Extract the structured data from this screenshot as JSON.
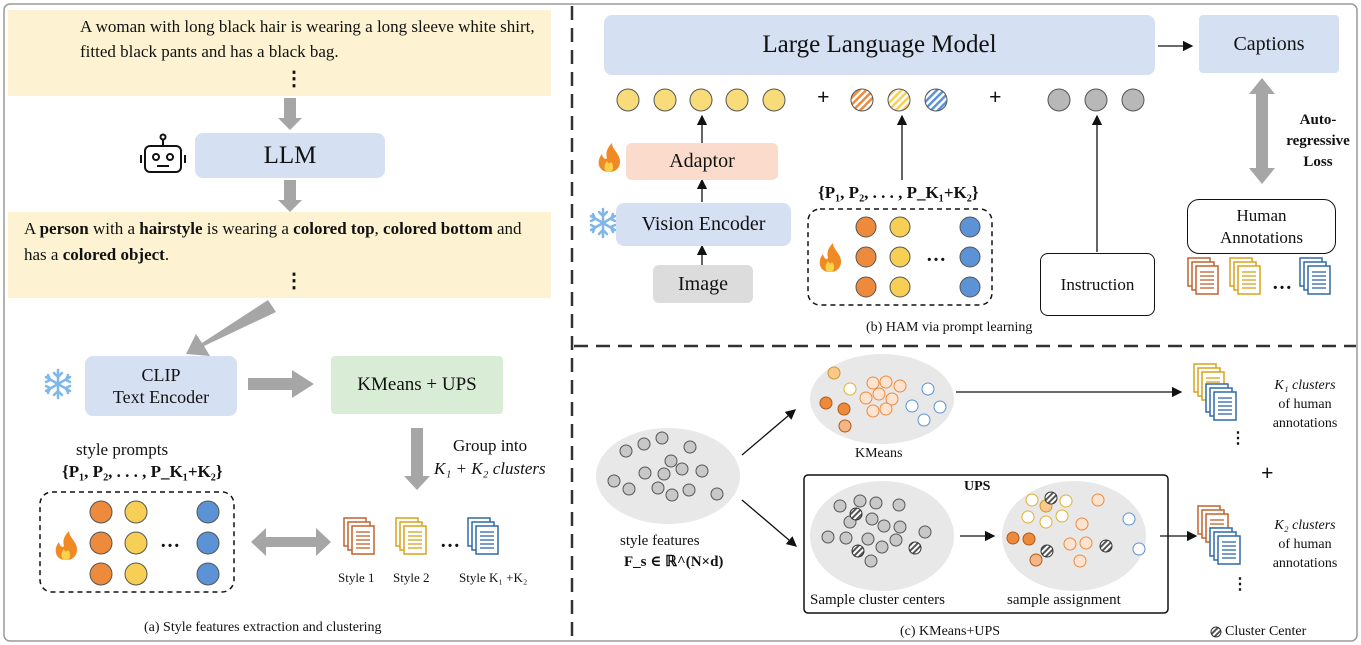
{
  "panel_a": {
    "caption_input": "A woman with long black hair is wearing a long sleeve white shirt, fitted black pants and has a black bag.",
    "dots": "⋮",
    "llm_label": "LLM",
    "template_parts": [
      "A ",
      "person",
      " with a ",
      "hairstyle",
      " is wearing a ",
      "colored top",
      ", ",
      "colored bottom",
      " and has a ",
      "colored object",
      "."
    ],
    "clip_label_1": "CLIP",
    "clip_label_2": "Text Encoder",
    "kmeans_ups_label": "KMeans + UPS",
    "group_into": "Group into",
    "group_clusters": "K₁ + K₂ clusters",
    "style_prompts": "style prompts",
    "style_prompt_set": "{P₁, P₂, . . . , P_K₁+K₂}",
    "style_labels": [
      "Style 1",
      "Style 2",
      "Style K₁ +K₂"
    ],
    "ellipsis": "…",
    "caption": "(a) Style features extraction and clustering"
  },
  "panel_b": {
    "llm_label": "Large Language Model",
    "captions_label": "Captions",
    "adaptor_label": "Adaptor",
    "vision_encoder_label": "Vision Encoder",
    "image_label": "Image",
    "instruction_label": "Instruction",
    "prompt_set": "{P₁, P₂, . . . , P_K₁+K₂}",
    "plus": "+",
    "loss_label": [
      "Auto-",
      "regressive",
      "Loss"
    ],
    "human_annotations": [
      "Human",
      "Annotations"
    ],
    "ellipsis": "…",
    "caption": "(b) HAM via prompt learning"
  },
  "panel_c": {
    "kmeans_label": "KMeans",
    "ups_label": "UPS",
    "style_features": "style features",
    "style_features_formula": "F_s ∈ ℝ^(N×d)",
    "sample_centers": "Sample cluster centers",
    "sample_assignment": "sample assignment",
    "k1_clusters": [
      "K₁ clusters",
      "of human",
      "annotations"
    ],
    "k2_clusters": [
      "K₂ clusters",
      "of human",
      "annotations"
    ],
    "plus": "+",
    "ellipsis": "⋮",
    "legend_center": "Cluster Center",
    "caption": "(c) KMeans+UPS"
  },
  "colors": {
    "orange": "#ee8a3c",
    "yellow": "#f8cf55",
    "blue": "#5b93d6",
    "gray": "#b8b8b8",
    "light_orange": "#f7b487",
    "light_blue": "#a9c6ec",
    "arrow_gray": "#a6a6a6"
  },
  "icons": [
    "document-stack-icon",
    "robot-icon",
    "snowflake-icon",
    "fire-icon"
  ]
}
